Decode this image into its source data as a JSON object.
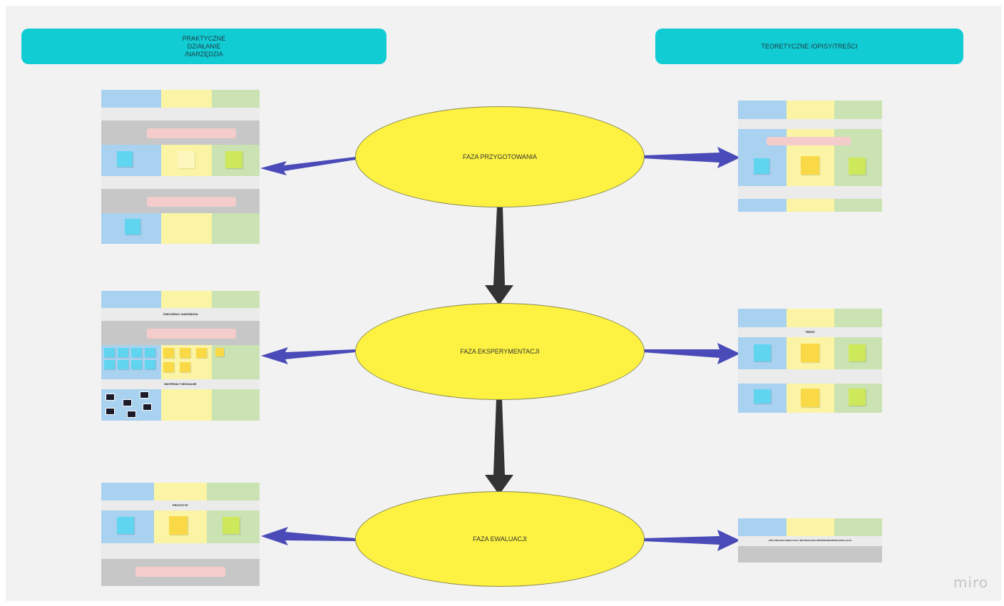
{
  "headers": {
    "left": "PRAKTYCZNE DZIAŁANIE /NARZĘDZIA",
    "right": "TEORETYCZNE /OPISY/TREŚCI"
  },
  "phases": [
    {
      "label": "FAZA PRZYGOTOWANIA"
    },
    {
      "label": "FAZA EKSPERYMENTACJI"
    },
    {
      "label": "FAZA EWALUACJI"
    }
  ],
  "frames": {
    "left_middle": {
      "section_title": "ĆWICZENIA I NARZĘDZIA",
      "section_title_2": "MATERIAŁY WIZUALNE"
    },
    "left_bottom": {
      "section_title": "PROTOTYP"
    },
    "right_middle": {
      "section_title": "TREŚĆ"
    },
    "right_bottom": {
      "section_title": "OPIS PROCESU EWALUACJI / METODOLOGIA PRZEPROWADZENIA EWALUACJI"
    }
  },
  "colors": {
    "header": "#12ccd4",
    "phase_ellipse": "#fdf241",
    "arrow_side": "#4a4ab8",
    "arrow_down": "#333333"
  },
  "watermark": "miro"
}
